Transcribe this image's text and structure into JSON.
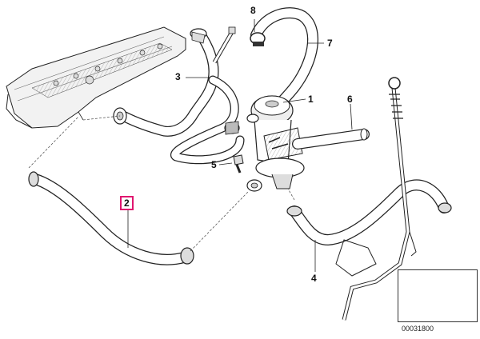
{
  "diagram": {
    "callouts": {
      "c1": "1",
      "c2": "2",
      "c3": "3",
      "c4": "4",
      "c5": "5",
      "c6": "6",
      "c7": "7",
      "c8": "8"
    },
    "reference_number": "00031800",
    "highlight_color": "#e0166f",
    "line_color": "#222222",
    "hose_fill": "#ffffff"
  }
}
